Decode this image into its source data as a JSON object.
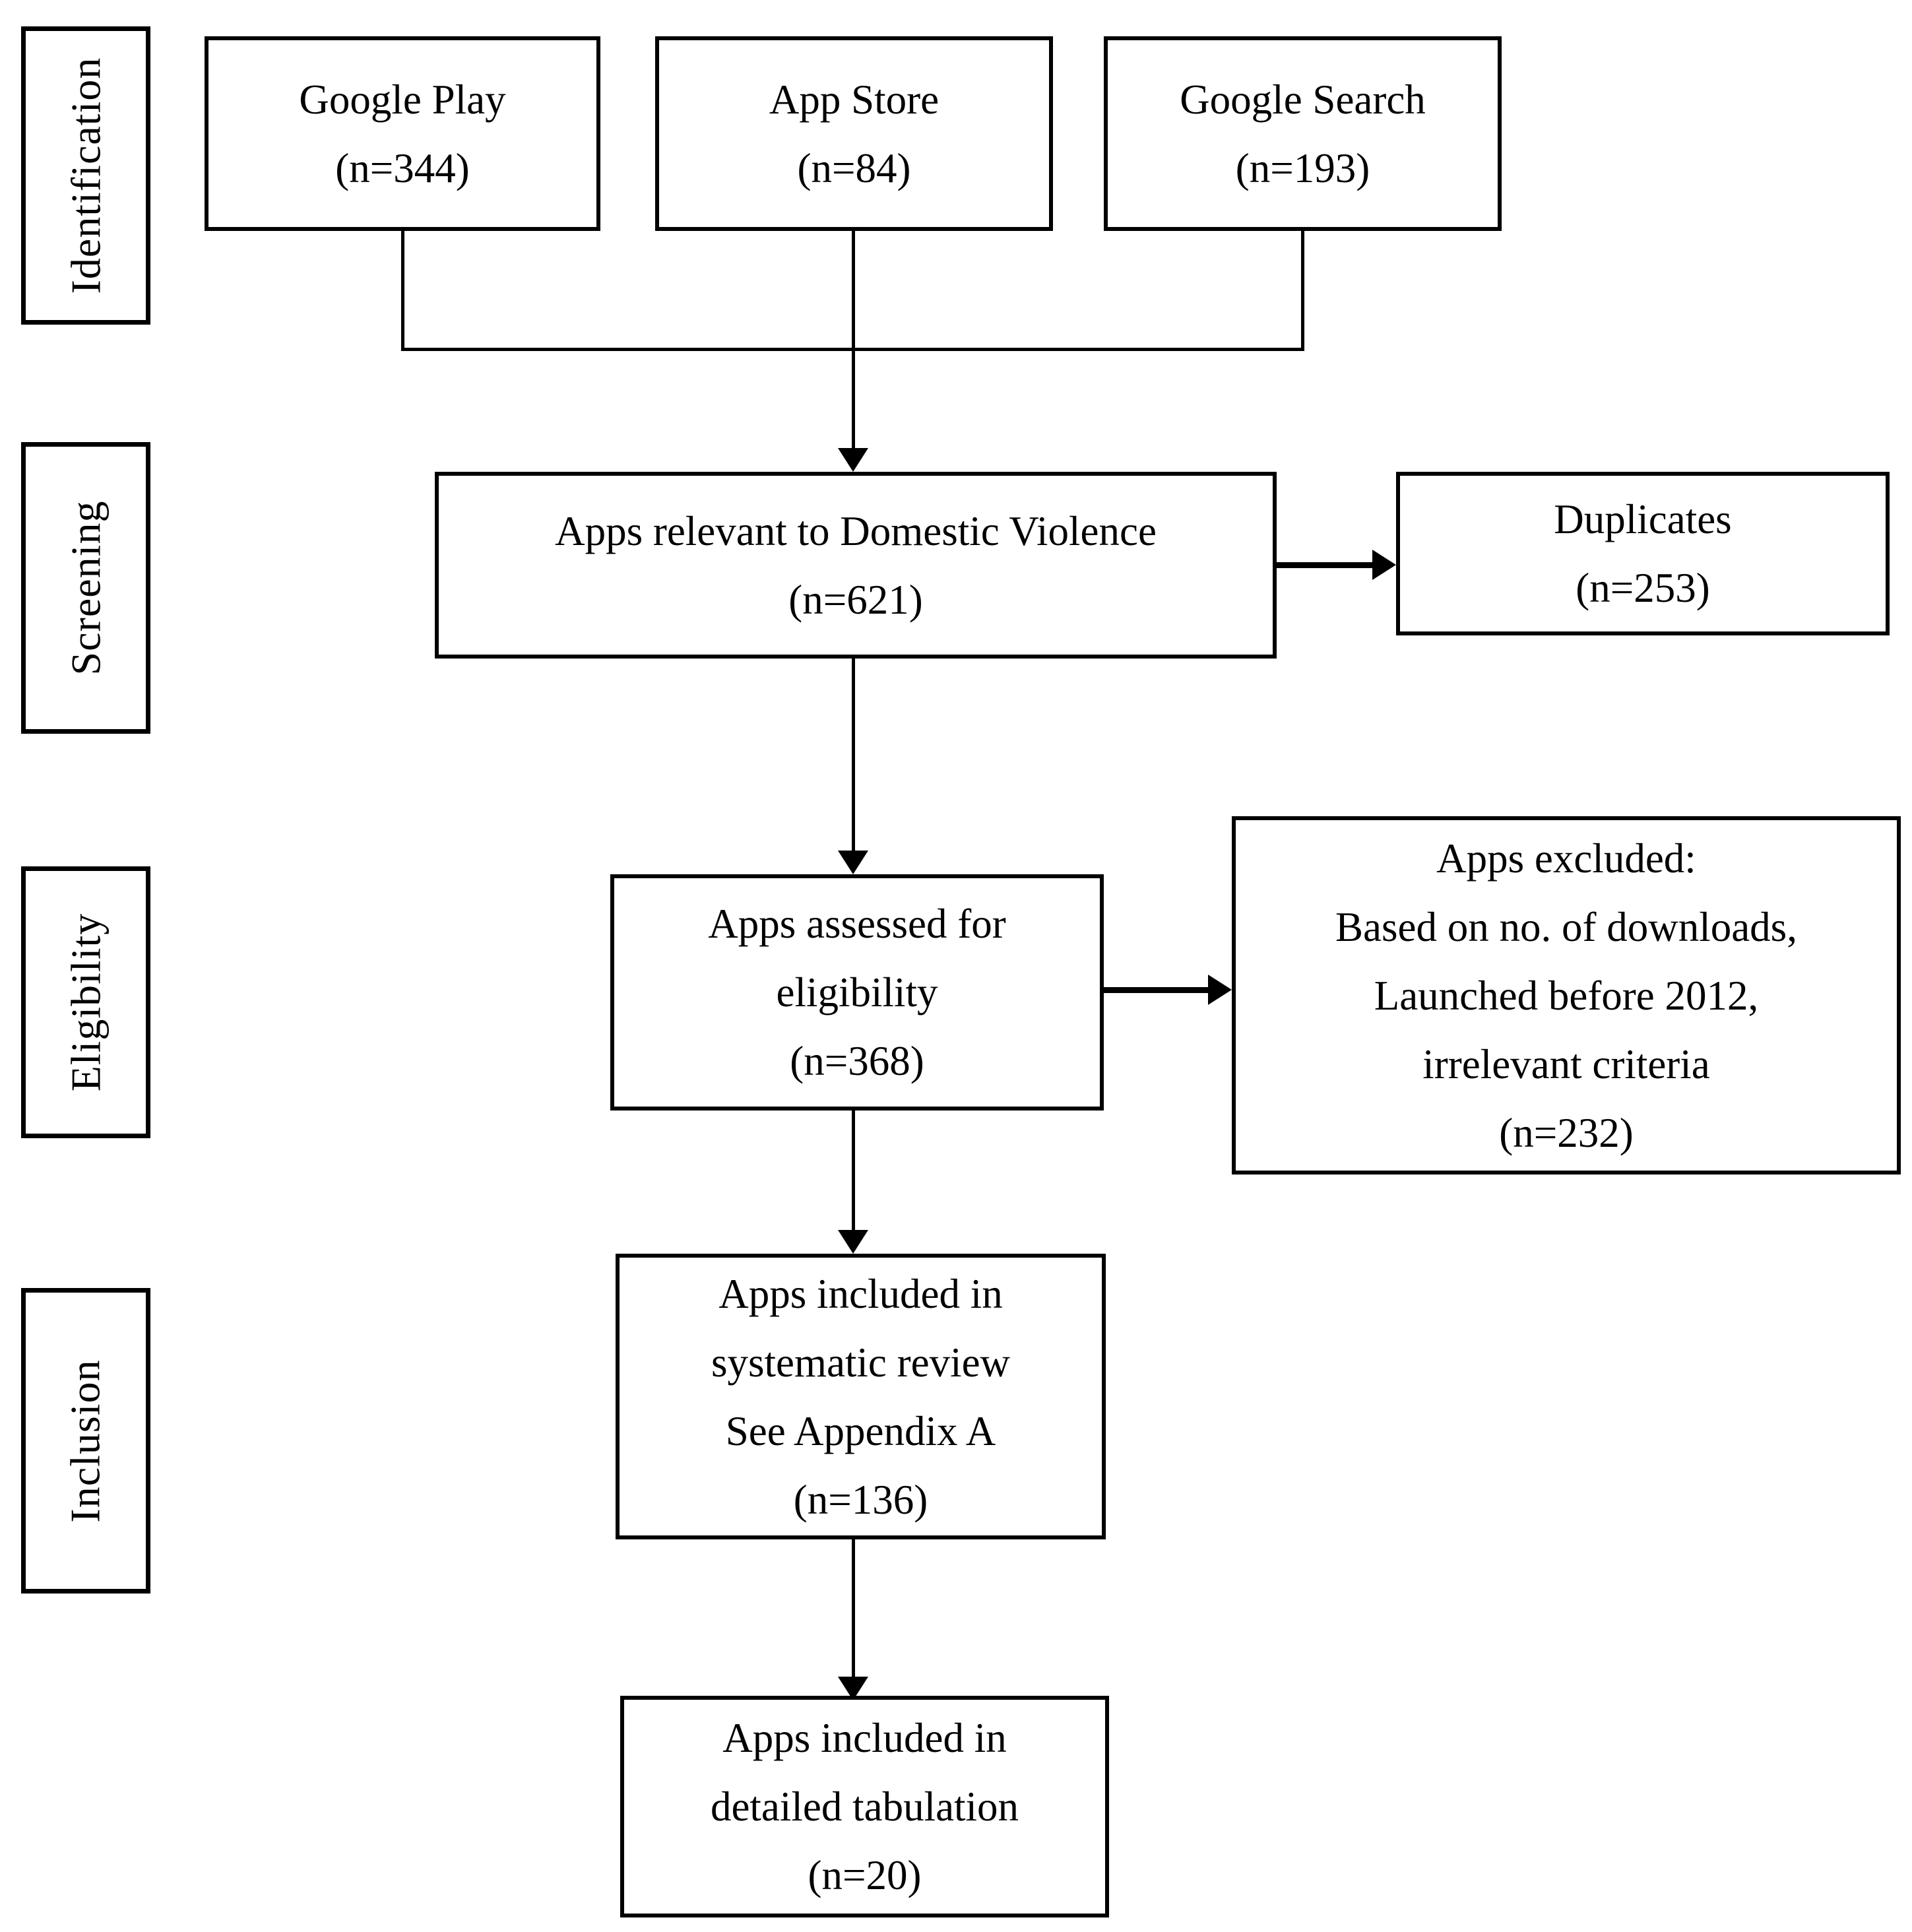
{
  "diagram": {
    "stage_labels": [
      {
        "label": "Identification"
      },
      {
        "label": "Screening"
      },
      {
        "label": "Eligibility"
      },
      {
        "label": "Inclusion"
      }
    ],
    "source_boxes": [
      {
        "title": "Google Play",
        "count": "(n=344)"
      },
      {
        "title": "App Store",
        "count": "(n=84)"
      },
      {
        "title": "Google Search",
        "count": "(n=193)"
      }
    ],
    "flow_boxes": {
      "relevant": {
        "line1": "Apps relevant to Domestic Violence",
        "count": "(n=621)"
      },
      "duplicates": {
        "line1": "Duplicates",
        "count": "(n=253)"
      },
      "assessed": {
        "line1": "Apps assessed for",
        "line2": "eligibility",
        "count": "(n=368)"
      },
      "excluded": {
        "line1": "Apps excluded:",
        "line2": "Based on no. of downloads,",
        "line3": "Launched before 2012,",
        "line4": "irrelevant criteria",
        "count": "(n=232)"
      },
      "systematic_review": {
        "line1": "Apps included in",
        "line2": "systematic review",
        "line3": "See Appendix A",
        "count": "(n=136)"
      },
      "detailed_tabulation": {
        "line1": "Apps included in",
        "line2": "detailed tabulation",
        "count": "(n=20)"
      }
    },
    "colors": {
      "line_color": "#000000",
      "background": "#ffffff"
    }
  }
}
